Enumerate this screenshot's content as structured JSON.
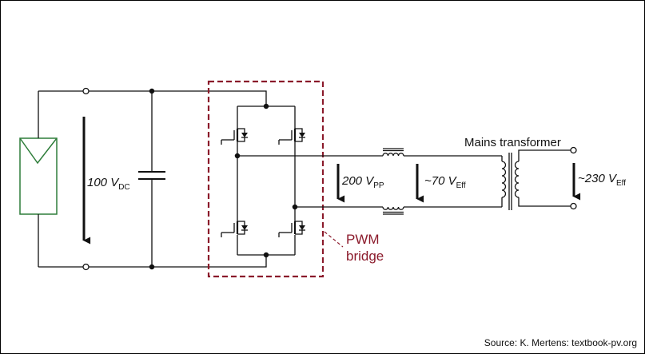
{
  "labels": {
    "dc_voltage": {
      "value": "100 V",
      "sub": "DC"
    },
    "pwm_voltage": {
      "value": "200 V",
      "sub": "PP"
    },
    "eff_voltage": {
      "value": "~70 V",
      "sub": "Eff"
    },
    "mains_voltage": {
      "value": "~230 V",
      "sub": "Eff"
    },
    "transformer": "Mains transformer",
    "pwm_line1": "PWM",
    "pwm_line2": "bridge",
    "source": "Source: K. Mertens: textbook-pv.org"
  },
  "colors": {
    "pv_module": "#2e7d3a",
    "pwm_box": "#8b1a2b",
    "wire": "#111111"
  }
}
